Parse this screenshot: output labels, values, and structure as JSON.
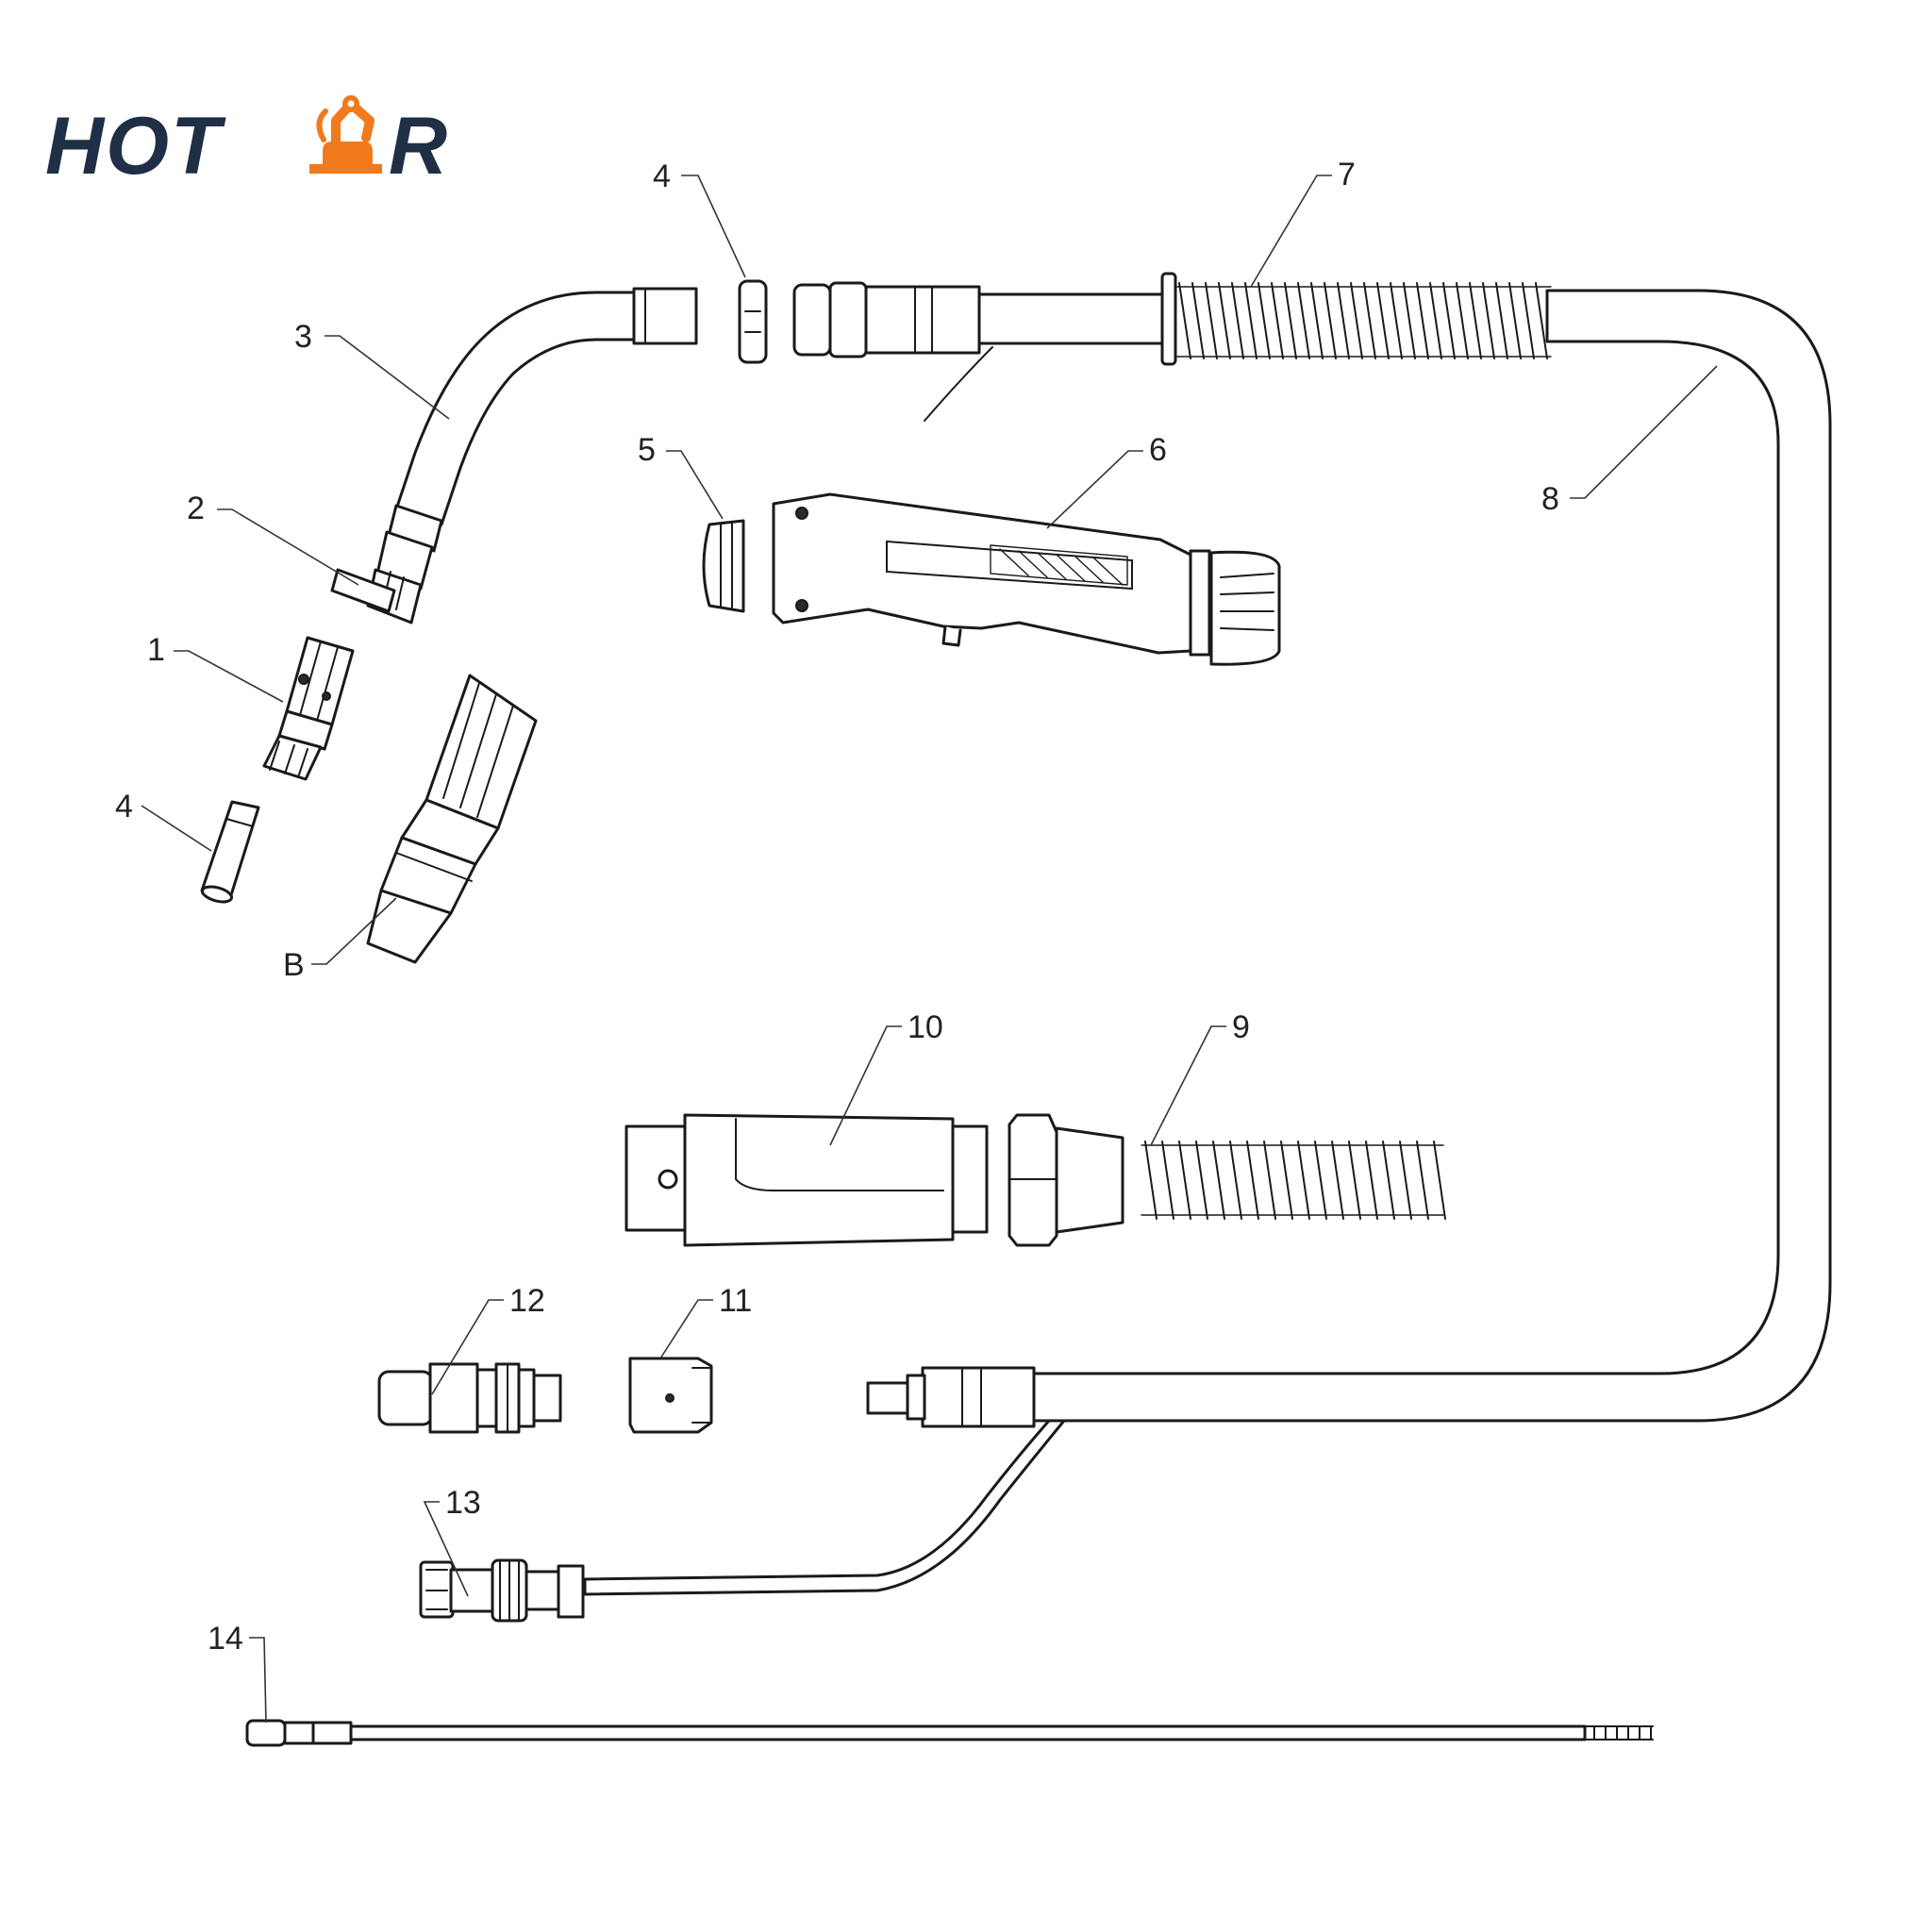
{
  "brand": {
    "logo_text_left": "HOT",
    "logo_text_right": "R",
    "logo_color": "#1f2f45",
    "accent_color": "#f07a1c",
    "logo_icon": "robot-arm-icon"
  },
  "callouts": [
    "1",
    "2",
    "3",
    "4",
    "4",
    "5",
    "6",
    "7",
    "8",
    "B",
    "9",
    "10",
    "11",
    "12",
    "13",
    "14"
  ]
}
